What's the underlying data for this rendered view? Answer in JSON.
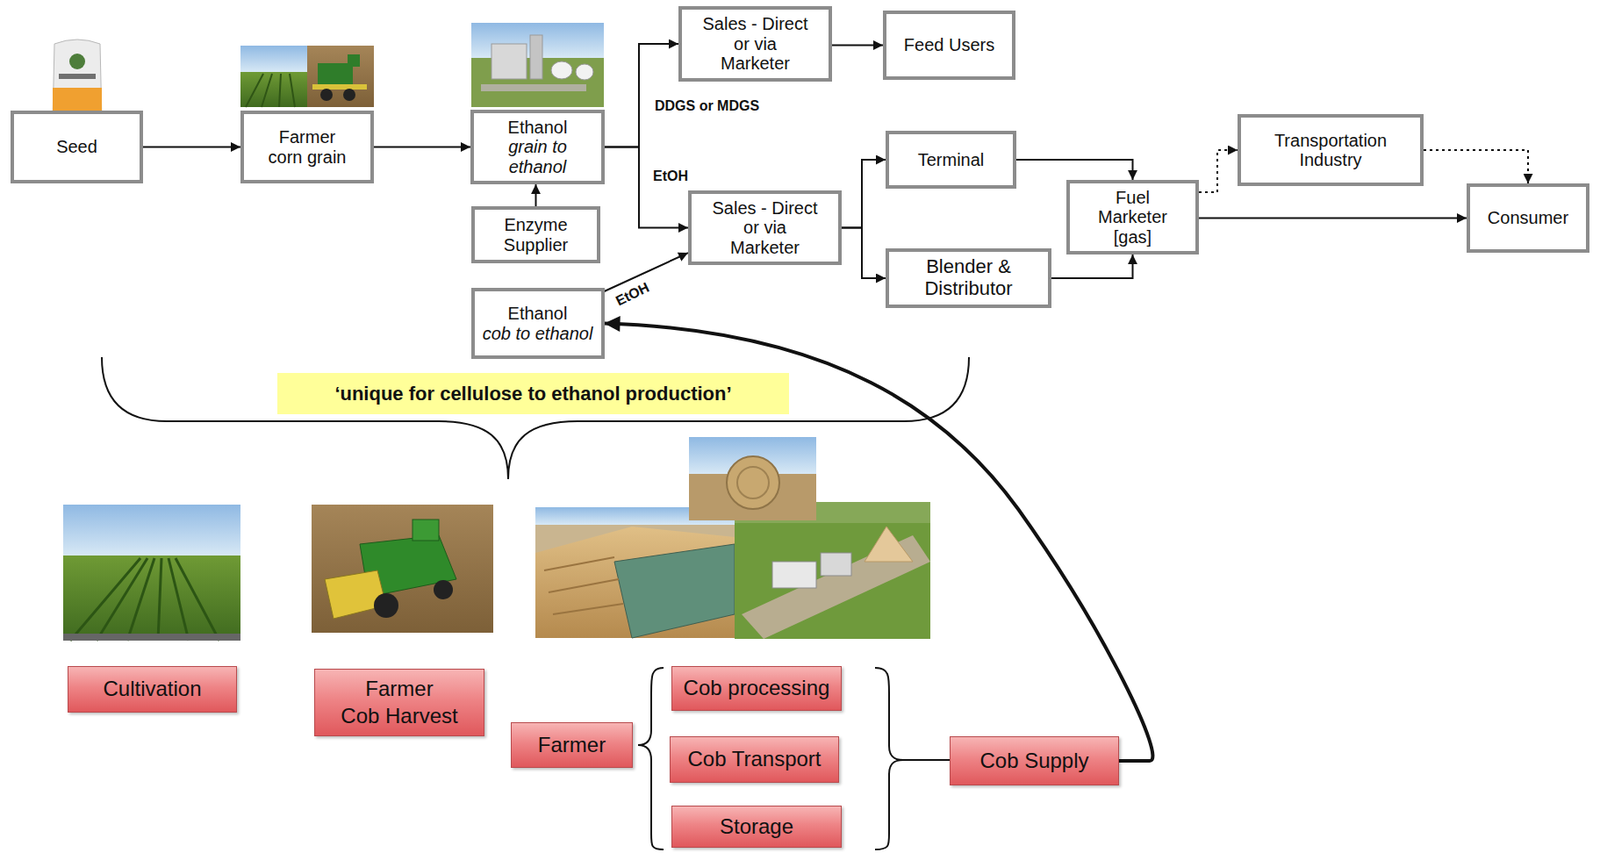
{
  "diagram": {
    "nodes": [
      {
        "text": [
          "Seed"
        ]
      },
      {
        "text": [
          "Farmer",
          "corn grain"
        ]
      },
      {
        "text": [
          "Ethanol",
          "grain to ethanol"
        ]
      },
      {
        "text": [
          "Sales - Direct or via Marketer"
        ]
      },
      {
        "text": [
          "Feed Users"
        ]
      },
      {
        "text": [
          "Enzyme Supplier"
        ]
      },
      {
        "text": [
          "Sales - Direct or via Marketer"
        ]
      },
      {
        "text": [
          "Terminal"
        ]
      },
      {
        "text": [
          "Blender & Distributor"
        ]
      },
      {
        "text": [
          "Transportation Industry"
        ]
      },
      {
        "text": [
          "Fuel Marketer [gas]"
        ]
      },
      {
        "text": [
          "Consumer"
        ]
      },
      {
        "text": [
          "Ethanol",
          "cob to ethanol"
        ]
      },
      {
        "text": [
          "Cultivation"
        ]
      },
      {
        "text": [
          "Farmer",
          "Cob Harvest"
        ]
      },
      {
        "text": [
          "Farmer"
        ]
      },
      {
        "text": [
          "Cob processing"
        ]
      },
      {
        "text": [
          "Cob Transport"
        ]
      },
      {
        "text": [
          "Storage"
        ]
      },
      {
        "text": [
          "Cob Supply"
        ]
      }
    ],
    "edges": [
      {
        "from": 0,
        "to": 1,
        "arrow": "to"
      },
      {
        "from": 1,
        "to": 2,
        "arrow": "to"
      },
      {
        "from": 5,
        "to": 2,
        "arrow": "to"
      },
      {
        "from": 2,
        "to": 3,
        "label": "DDGS or MDGS",
        "arrow": "to"
      },
      {
        "from": 2,
        "to": 6,
        "label": "EtOH",
        "arrow": "to"
      },
      {
        "from": 3,
        "to": 4,
        "arrow": "to"
      },
      {
        "from": 12,
        "to": 6,
        "label": "EtOH",
        "arrow": "to"
      },
      {
        "from": 6,
        "to": 7,
        "arrow": "to"
      },
      {
        "from": 6,
        "to": 8,
        "arrow": "to"
      },
      {
        "from": 7,
        "to": 10,
        "arrow": "to"
      },
      {
        "from": 8,
        "to": 10,
        "arrow": "to"
      },
      {
        "from": 10,
        "to": 11,
        "arrow": "to"
      },
      {
        "from": 10,
        "to": 9,
        "arrow": "to"
      },
      {
        "from": 9,
        "to": 11,
        "arrow": "to"
      },
      {
        "from": 19,
        "to": 12,
        "arrow": "to"
      }
    ],
    "labels": [
      "‘unique for cellulose to ethanol production’"
    ]
  }
}
